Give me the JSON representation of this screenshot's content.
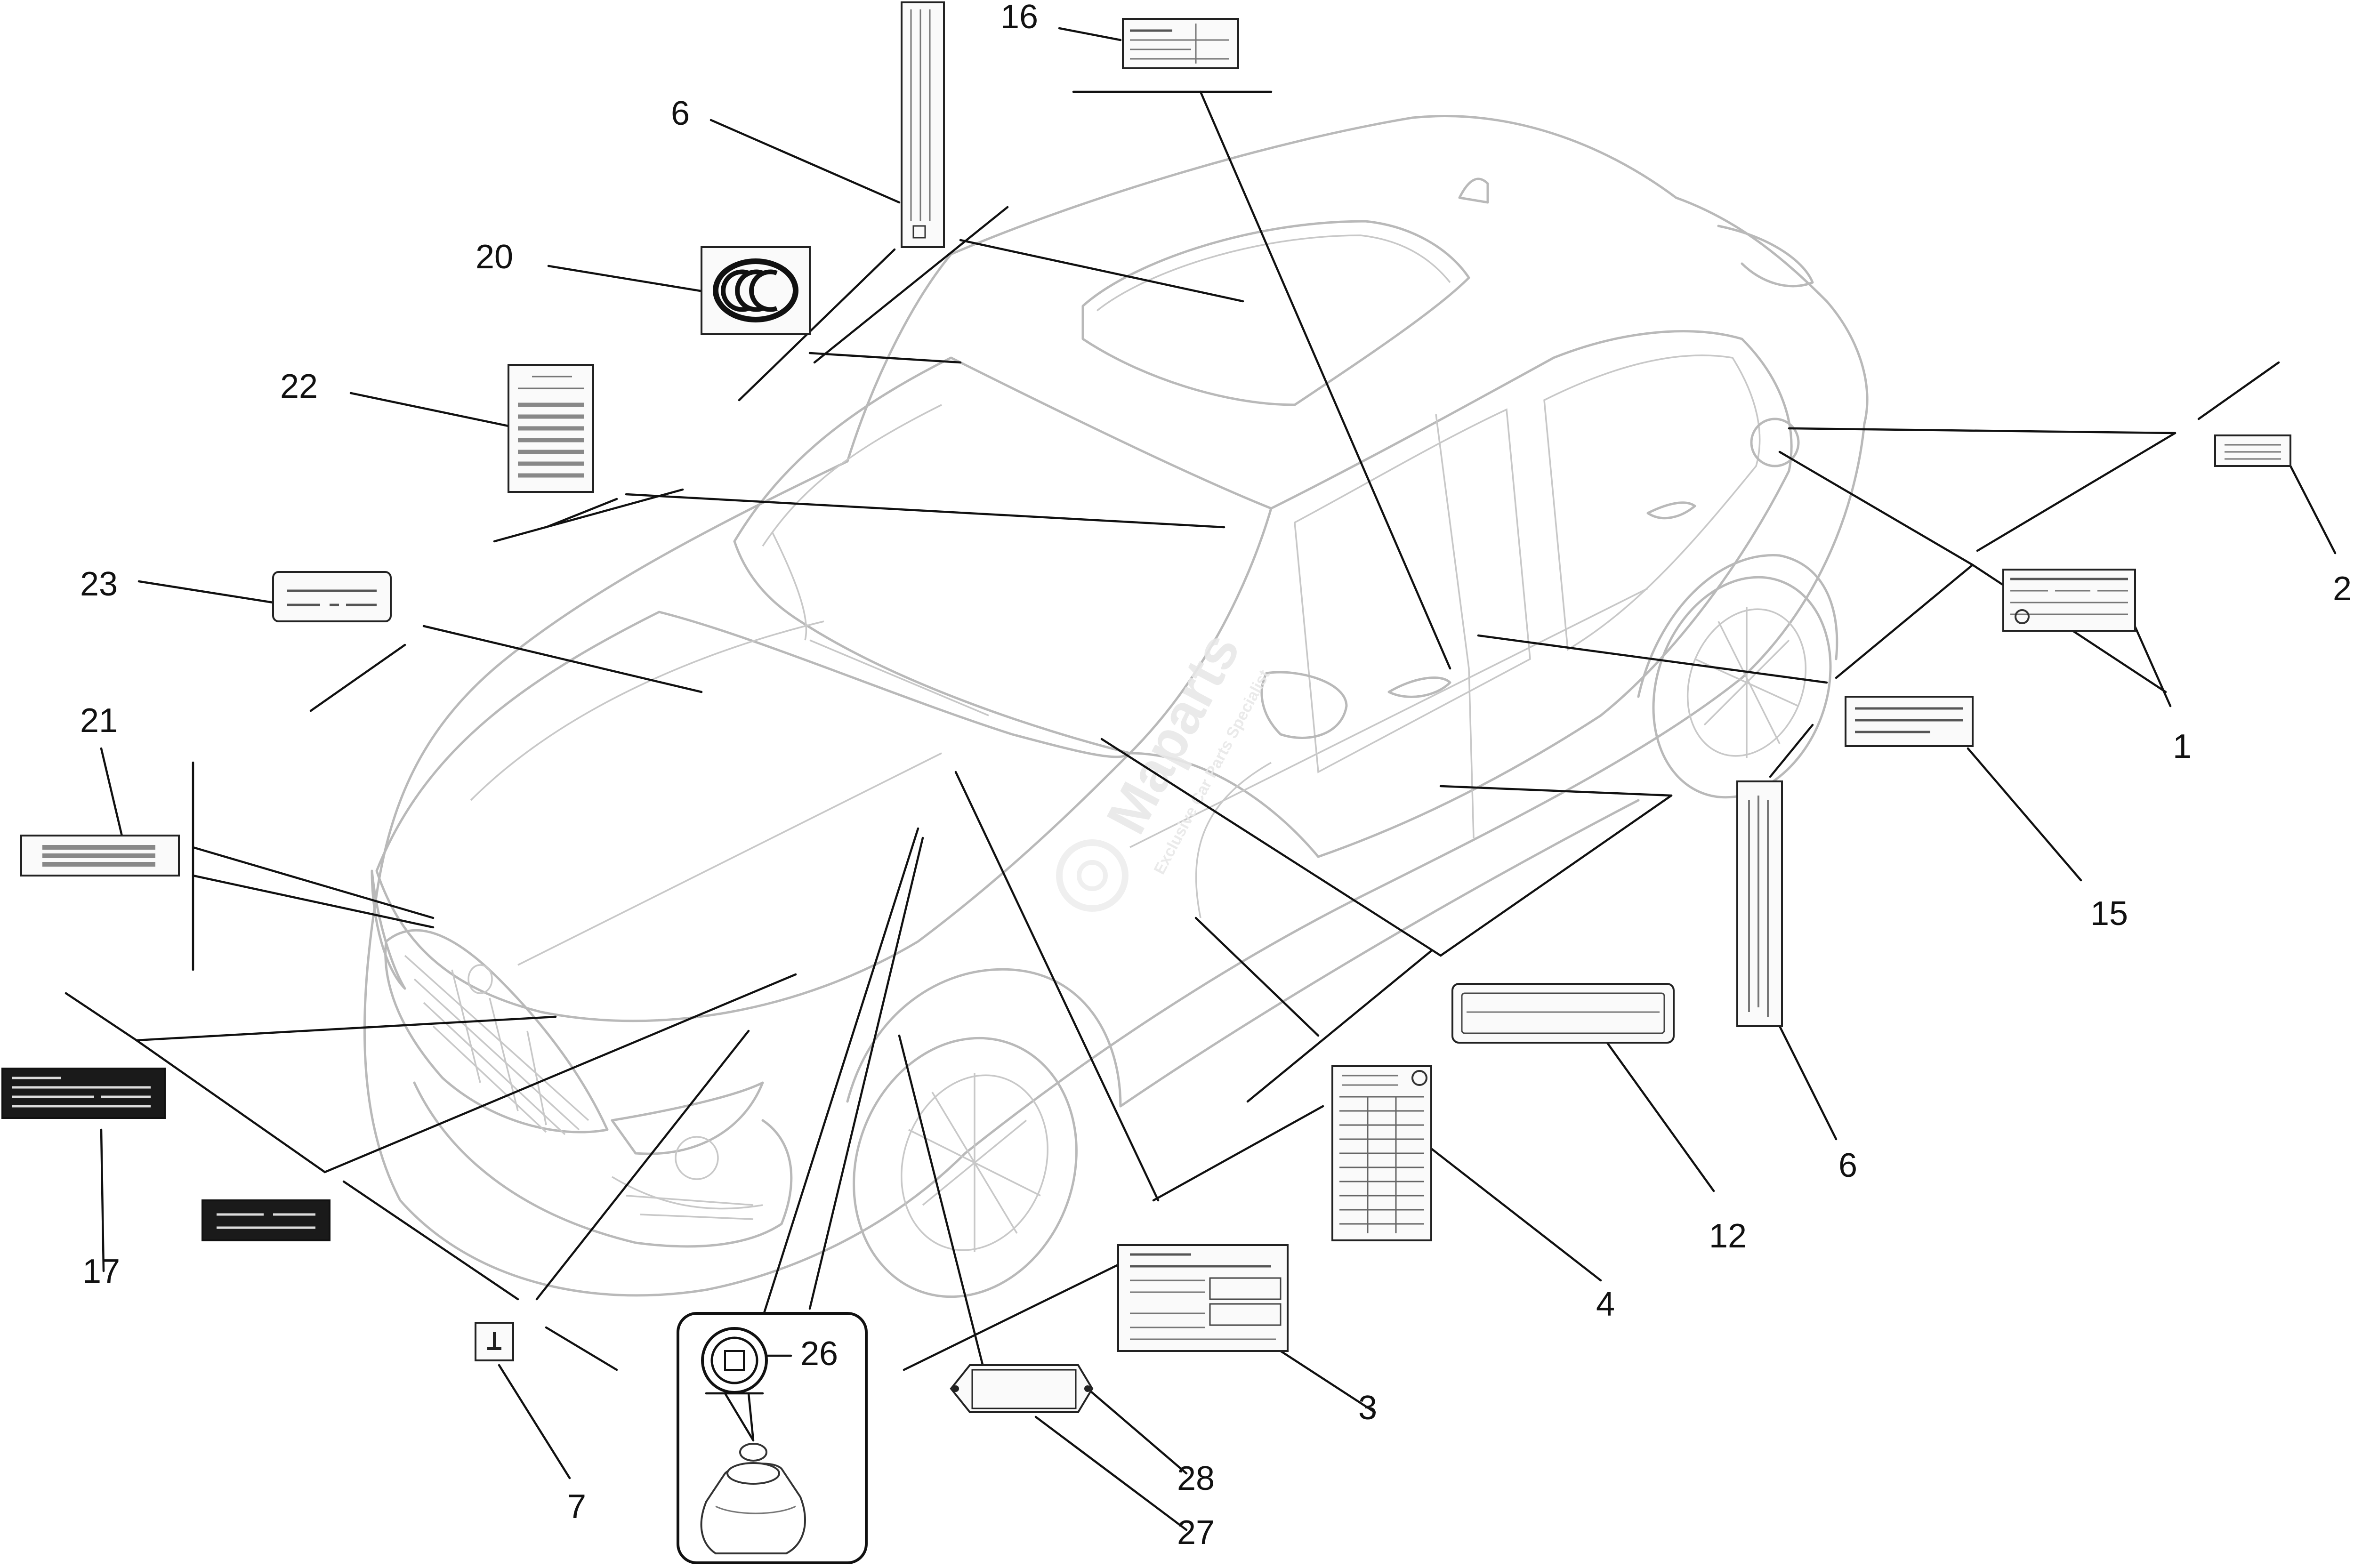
{
  "callouts": {
    "c1": "1",
    "c2": "2",
    "c3": "3",
    "c4": "4",
    "c6a": "6",
    "c6b": "6",
    "c7": "7",
    "c12": "12",
    "c15": "15",
    "c16": "16",
    "c17": "17",
    "c20": "20",
    "c21": "21",
    "c22": "22",
    "c23": "23",
    "c26": "26",
    "c27": "27",
    "c28": "28"
  },
  "watermark": {
    "brand": "Maparts",
    "tagline": "Exclusive Car Parts Specialist"
  },
  "colors": {
    "line": "#111111",
    "car_outline": "#b9b9b9",
    "dark_label": "#1a1a1a"
  }
}
